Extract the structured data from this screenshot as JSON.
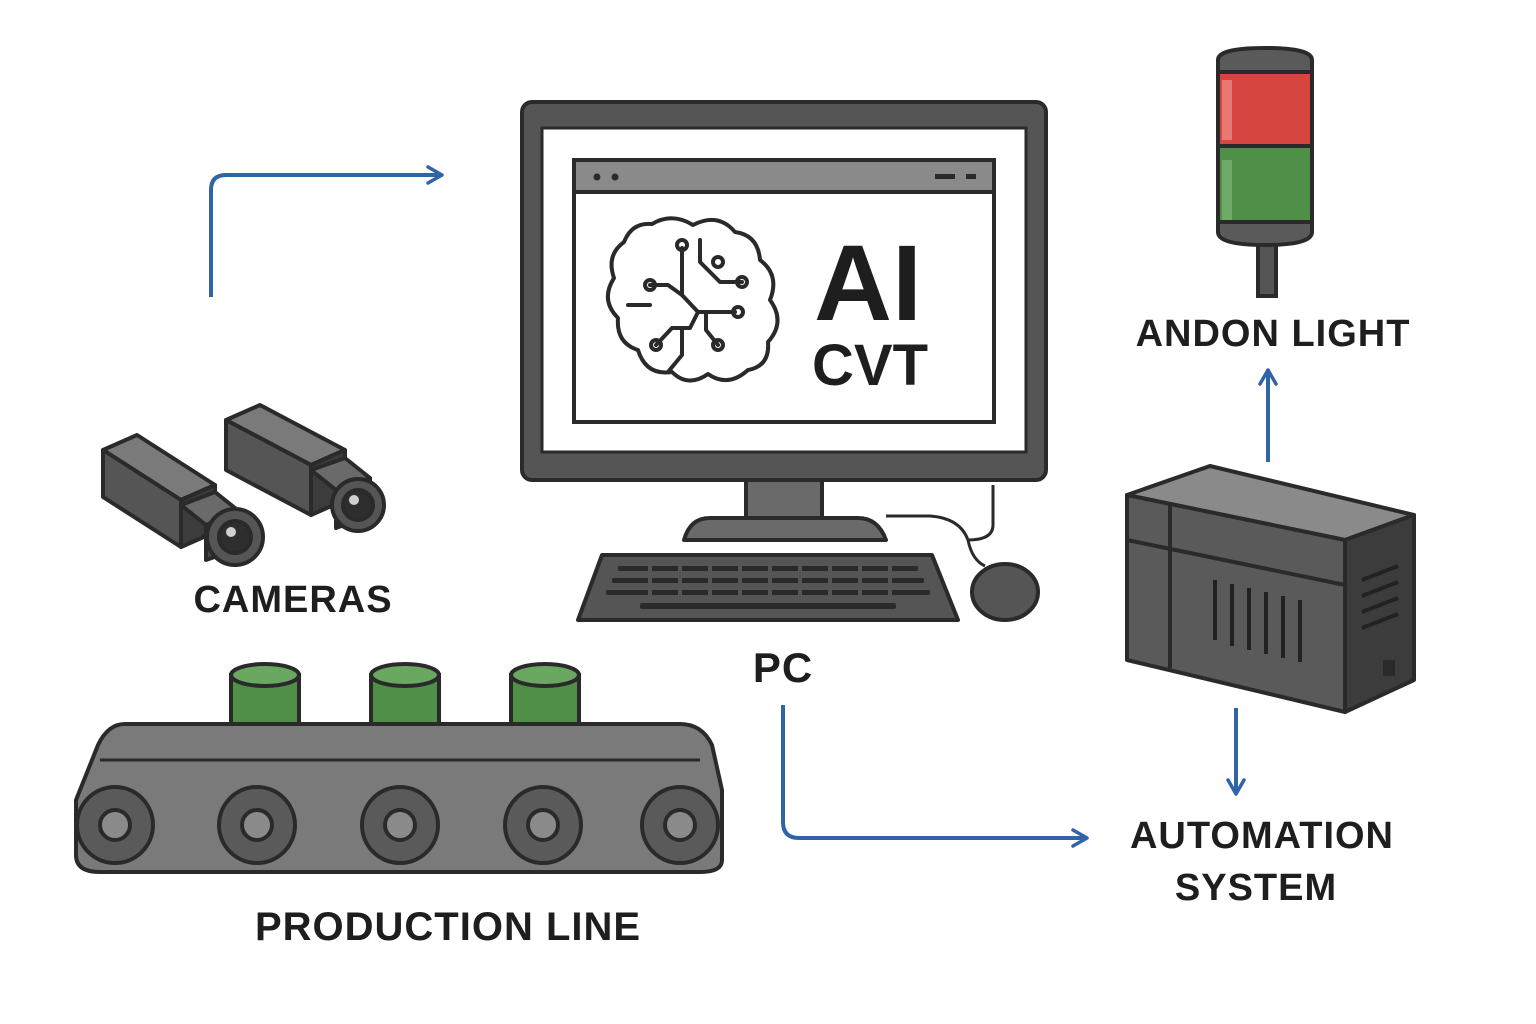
{
  "labels": {
    "cameras": "CAMERAS",
    "production_line": "PRODUCTION LINE",
    "pc": "PC",
    "andon_light": "ANDON LIGHT",
    "automation_line1": "AUTOMATION",
    "automation_line2": "SYSTEM"
  },
  "screen": {
    "title": "AI",
    "subtitle": "CVT"
  },
  "icons": {
    "brain": "brain-circuit-icon",
    "camera": "industrial-camera-icon",
    "conveyor": "conveyor-belt-icon",
    "monitor": "desktop-monitor-icon",
    "keyboard": "keyboard-icon",
    "mouse": "mouse-icon",
    "andon": "stack-light-icon",
    "controller": "plc-controller-icon"
  },
  "colors": {
    "arrow": "#2f64a8",
    "outline": "#2a2a2a",
    "gray": "#7a7a7a",
    "dark_gray": "#4a4a4a",
    "green": "#4f8f48",
    "red": "#d64540"
  },
  "flows": [
    {
      "from": "cameras",
      "to": "pc"
    },
    {
      "from": "pc",
      "to": "automation system"
    },
    {
      "from": "automation system",
      "to": "andon light"
    }
  ]
}
